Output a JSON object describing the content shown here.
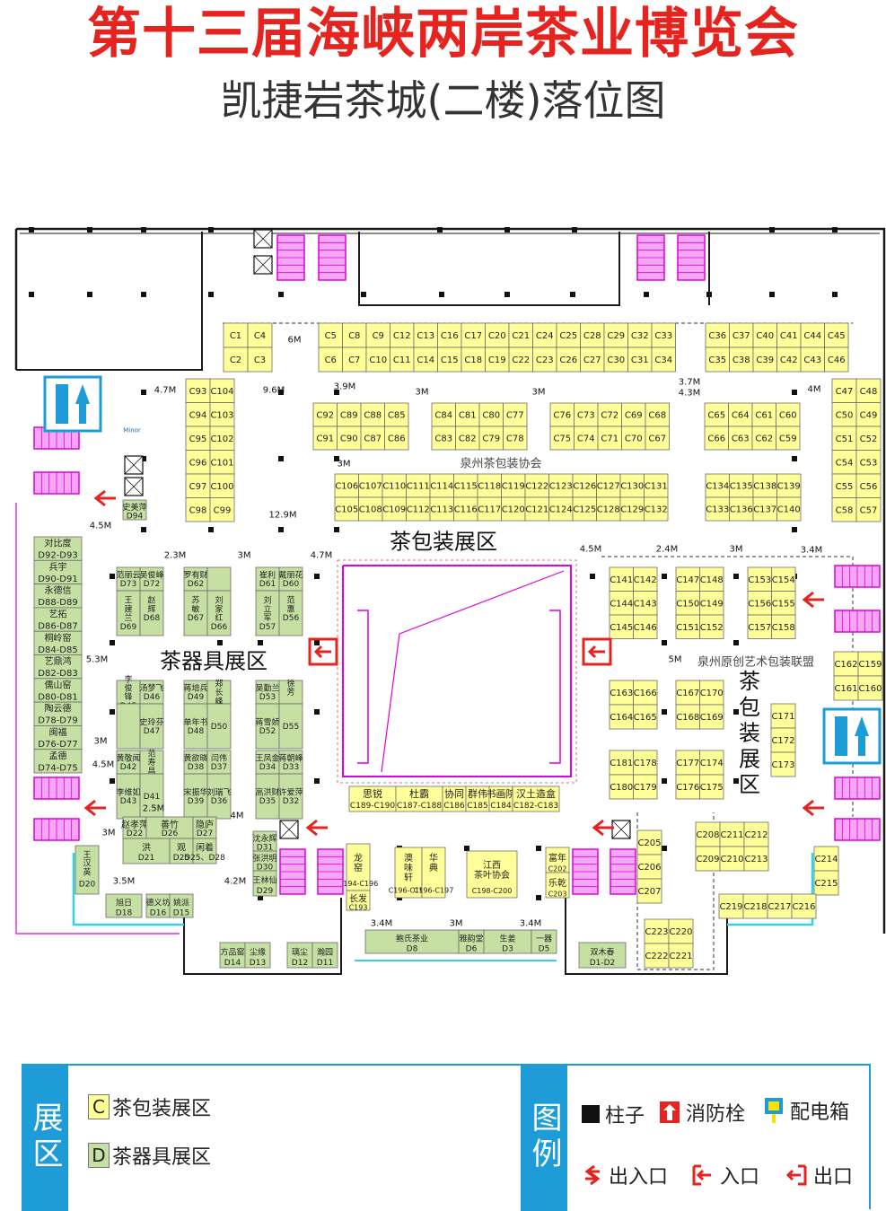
{
  "header": {
    "title": "第十三届海峡两岸茶业博览会",
    "subtitle": "凯捷岩茶城(二楼)落位图"
  },
  "colors": {
    "title_red": "#e52420",
    "c_zone_fill": "#ffff99",
    "d_zone_fill": "#c6e0a4",
    "wall": "#1a1a1a",
    "accent_magenta": "#e000e0",
    "accent_cyan": "#2fd4e8",
    "legend_blue": "#1e9cd7"
  },
  "plan": {
    "zone_labels": {
      "c_top": "茶包装展区",
      "d_left": "茶器具展区",
      "c_right": "茶包装展区",
      "assoc_quanzhou": "泉州茶包装协会",
      "assoc_original": "泉州原创艺术包装联盟"
    },
    "top_left_pairs": [
      [
        "C1",
        "C2"
      ],
      [
        "C4",
        "C3"
      ]
    ],
    "row_c5_c34": {
      "top": [
        "C5",
        "C8",
        "C9",
        "C12",
        "C13",
        "C16",
        "C17",
        "C20",
        "C21",
        "C24",
        "C25",
        "C28",
        "C29",
        "C32",
        "C33"
      ],
      "bottom": [
        "C6",
        "C7",
        "C10",
        "C11",
        "C14",
        "C15",
        "C18",
        "C19",
        "C22",
        "C23",
        "C26",
        "C27",
        "C30",
        "C31",
        "C34"
      ]
    },
    "row_c36_c46": {
      "top": [
        "C36",
        "C37",
        "C40",
        "C41",
        "C44",
        "C45"
      ],
      "bottom": [
        "C35",
        "C38",
        "C39",
        "C42",
        "C43",
        "C46"
      ]
    },
    "col_c93": {
      "left": [
        "C93",
        "C94",
        "C95",
        "C96",
        "C97",
        "C98"
      ],
      "right": [
        "C104",
        "C103",
        "C102",
        "C101",
        "C100",
        "C99"
      ]
    },
    "blocks_mid": [
      {
        "top": [
          "C92",
          "C89",
          "C88",
          "C85"
        ],
        "bottom": [
          "C91",
          "C90",
          "C87",
          "C86"
        ]
      },
      {
        "top": [
          "C84",
          "C81",
          "C80",
          "C77"
        ],
        "bottom": [
          "C83",
          "C82",
          "C79",
          "C78"
        ]
      },
      {
        "top": [
          "C76",
          "C73",
          "C72",
          "C69",
          "C68"
        ],
        "bottom": [
          "C75",
          "C74",
          "C71",
          "C70",
          "C67"
        ]
      },
      {
        "top": [
          "C65",
          "C64",
          "C61",
          "C60"
        ],
        "bottom": [
          "C66",
          "C63",
          "C62",
          "C59"
        ]
      }
    ],
    "col_c47": {
      "left": [
        "C47",
        "C50",
        "C51",
        "C54",
        "C55",
        "C58"
      ],
      "right": [
        "C48",
        "C49",
        "C52",
        "C53",
        "C56",
        "C57"
      ]
    },
    "row_c105": {
      "top": [
        "C106",
        "C107",
        "C110",
        "C111",
        "C114",
        "C115",
        "C118",
        "C119",
        "C122",
        "C123",
        "C126",
        "C127",
        "C130",
        "C131"
      ],
      "bottom": [
        "C105",
        "C108",
        "C109",
        "C112",
        "C113",
        "C116",
        "C117",
        "C120",
        "C121",
        "C124",
        "C125",
        "C128",
        "C129",
        "C132"
      ]
    },
    "row_c133": {
      "top": [
        "C134",
        "C135",
        "C138",
        "C139"
      ],
      "bottom": [
        "C133",
        "C136",
        "C137",
        "C140"
      ]
    },
    "right_blocks": [
      {
        "rows": [
          [
            "C141",
            "C142"
          ],
          [
            "C144",
            "C143"
          ],
          [
            "C145",
            "C146"
          ]
        ]
      },
      {
        "rows": [
          [
            "C147",
            "C148"
          ],
          [
            "C150",
            "C149"
          ],
          [
            "C151",
            "C152"
          ]
        ]
      },
      {
        "rows": [
          [
            "C153",
            "C154"
          ],
          [
            "C156",
            "C155"
          ],
          [
            "C157",
            "C158"
          ]
        ]
      },
      {
        "rows": [
          [
            "C163",
            "C166"
          ],
          [
            "C164",
            "C165"
          ]
        ]
      },
      {
        "rows": [
          [
            "C167",
            "C170"
          ],
          [
            "C168",
            "C169"
          ]
        ]
      },
      {
        "rows": [
          [
            "C181",
            "C178"
          ],
          [
            "C180",
            "C179"
          ]
        ]
      },
      {
        "rows": [
          [
            "C177",
            "C174"
          ],
          [
            "C176",
            "C175"
          ]
        ]
      },
      {
        "rows": [
          [
            "C162",
            "C159"
          ],
          [
            "C161",
            "C160"
          ]
        ]
      },
      {
        "rows": [
          [
            "C171"
          ],
          [
            "C172"
          ],
          [
            "C173"
          ]
        ]
      },
      {
        "rows": [
          [
            "C208",
            "C211",
            "C212"
          ],
          [
            "C209",
            "C210",
            "C213"
          ]
        ]
      },
      {
        "rows": [
          [
            "C214"
          ],
          [
            "C215"
          ]
        ]
      },
      {
        "rows": [
          [
            "C219",
            "C218",
            "C217",
            "C216"
          ]
        ]
      },
      {
        "rows": [
          [
            "C205"
          ],
          [
            "C206"
          ],
          [
            "C207"
          ]
        ]
      },
      {
        "rows": [
          [
            "C223",
            "C220"
          ],
          [
            "C222",
            "C221"
          ]
        ]
      }
    ],
    "bottom_c_row": [
      {
        "name": "思锐",
        "code": "C189-C190"
      },
      {
        "name": "杜霸",
        "code": "C187-C188"
      },
      {
        "name": "协同",
        "code": "C186"
      },
      {
        "name": "群伟",
        "code": "C185"
      },
      {
        "name": "书画院",
        "code": "C184"
      },
      {
        "name": "汉土造盒",
        "code": "C182-C183"
      }
    ],
    "d_left_col": [
      {
        "name": "对比度",
        "code": "D92-D93"
      },
      {
        "name": "兵宇",
        "code": "D90-D91"
      },
      {
        "name": "永德信",
        "code": "D88-D89"
      },
      {
        "name": "艺拓",
        "code": "D86-D87"
      },
      {
        "name": "桐岭窑",
        "code": "D84-D85"
      },
      {
        "name": "艺鼎鸿",
        "code": "D82-D83"
      },
      {
        "name": "儒山窑",
        "code": "D80-D81"
      },
      {
        "name": "陶云德",
        "code": "D78-D79"
      },
      {
        "name": "闽福",
        "code": "D76-D77"
      },
      {
        "name": "孟德",
        "code": "D74-D75"
      }
    ],
    "d_blocks": [
      {
        "a": "范丽云\nD73",
        "b": "吴俊峰\nD72",
        "c": "王\n建\n兰\nD69",
        "d": "赵\n\n辉\nD68"
      },
      {
        "a": "罗有财\nD62",
        "b": "",
        "c": "苏\n\n敏\nD67",
        "d": "刘\n家\n红\nD66"
      },
      {
        "a": "崔利\nD61",
        "b": "戴丽花\nD60",
        "c": "刘\n立\n军\nD57",
        "d": "范\n\n惠\nD56"
      },
      {
        "a": "李\n俊\n锋\nD45",
        "b": "汤梦飞\nD46",
        "c": "",
        "d": "史玲芬\nD47"
      },
      {
        "a": "蒋培兵\nD49",
        "b": "郑\n长\n峰",
        "c": "单年书\nD48",
        "d": "D50"
      },
      {
        "a": "吴勤兰\nD53",
        "b": "徐\n\n芳",
        "c": "蒋雪娇\nD52",
        "d": "D55"
      },
      {
        "a": "黄敬闻\nD42",
        "b": "范\n寿\n昌",
        "c": "李维如\nD43",
        "d": "D41"
      },
      {
        "a": "黄欲晓\nD38",
        "b": "闫伟\nD37",
        "c": "宋振华\nD39",
        "d": "刘瑞飞\nD36"
      },
      {
        "a": "王凤金\nD34",
        "b": "蒋朝峰\nD33",
        "c": "高洪财\nD35",
        "d": "许爱萍\nD32"
      }
    ],
    "d_bottom_row": [
      {
        "name": "赵孝萍",
        "code": "D22"
      },
      {
        "name": "善竹",
        "code": "D26"
      },
      {
        "name": "隐庐",
        "code": "D27"
      },
      {
        "name": "洪",
        "code": "D21"
      },
      {
        "name": "观",
        "code": "D25"
      },
      {
        "name": "闲着",
        "code": "D25、D28"
      }
    ],
    "d_misc": [
      {
        "name": "史美萍",
        "code": "D94"
      },
      {
        "name": "王\n汉\n英",
        "code": "D20"
      },
      {
        "name": "旭日",
        "code": "D18"
      },
      {
        "name": "德义坊",
        "code": "D16"
      },
      {
        "name": "姚派",
        "code": "D15"
      },
      {
        "name": "方品窑",
        "code": "D14"
      },
      {
        "name": "尘缘",
        "code": "D13"
      },
      {
        "name": "璃尘",
        "code": "D12"
      },
      {
        "name": "瀚园",
        "code": "D11"
      },
      {
        "name": "沈永辉",
        "code": "D31"
      },
      {
        "name": "张洪明",
        "code": "D30"
      },
      {
        "name": "王林仙",
        "code": "D29"
      },
      {
        "name": "鲍氏茶业",
        "code": "D8"
      },
      {
        "name": "雅韵堂",
        "code": "D6"
      },
      {
        "name": "生姜",
        "code": "D3"
      },
      {
        "name": "一器",
        "code": "D5"
      },
      {
        "name": "双木春",
        "code": "D1-D2"
      }
    ],
    "c_misc": [
      {
        "name": "龙\n窑",
        "code": "C194-C196"
      },
      {
        "name": "长发",
        "code": "C193"
      },
      {
        "name": "澳\n味\n轩",
        "code": "C196-C198"
      },
      {
        "name": "华\n\n典",
        "code": "C196-C197"
      },
      {
        "name": "江西\n茶叶协会",
        "code": "C198-C200"
      },
      {
        "name": "富年",
        "code": "C202"
      },
      {
        "name": "乐乾",
        "code": "C203"
      }
    ],
    "dimensions": [
      "6M",
      "4.7M",
      "9.6M",
      "3.9M",
      "3M",
      "3M",
      "3.7M",
      "4.3M",
      "4M",
      "3M",
      "12.9M",
      "4.5M",
      "2.3M",
      "3M",
      "4.7M",
      "4.5M",
      "2.4M",
      "3M",
      "3.4M",
      "5.3M",
      "3M",
      "4.5M",
      "2.5M",
      "4M",
      "3M",
      "3.5M",
      "4.2M",
      "5M",
      "3.4M",
      "3M",
      "3.4M"
    ],
    "sign_minor": "Minor"
  },
  "legend": {
    "zone_band": "展区",
    "zone_c_letter": "C",
    "zone_c_text": "茶包装展区",
    "zone_d_letter": "D",
    "zone_d_text": "茶器具展区",
    "key_band": "图例",
    "pillar": "柱子",
    "hydrant": "消防栓",
    "power_box": "配电箱",
    "entrance_exit": "出入口",
    "entrance": "入口",
    "exit": "出口"
  }
}
